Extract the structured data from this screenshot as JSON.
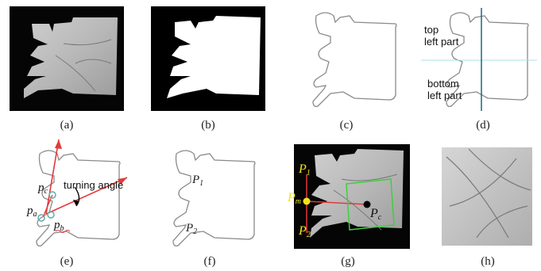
{
  "captions": [
    "(a)",
    "(b)",
    "(c)",
    "(d)",
    "(e)",
    "(f)",
    "(g)",
    "(h)"
  ],
  "panel_d": {
    "top_label_line1": "top",
    "top_label_line2": "left part",
    "bottom_label_line1": "bottom",
    "bottom_label_line2": "left part"
  },
  "panel_e": {
    "pc_label": "p",
    "pc_sub": "c",
    "pa_label": "p",
    "pa_sub": "a",
    "pb_label": "p",
    "pb_sub": "b",
    "turning_label": "turning angle"
  },
  "panel_f": {
    "p1_label": "P",
    "p1_sub": "1",
    "p2_label": "P",
    "p2_sub": "2"
  },
  "panel_g": {
    "p1_label": "P",
    "p1_sub": "1",
    "pm_label": "P",
    "pm_sub": "m",
    "p2_label": "P",
    "p2_sub": "2",
    "pc_label": "P",
    "pc_sub": "c"
  },
  "colors": {
    "red": "#e23a3a",
    "green": "#3ecf3e",
    "teal": "#2a6f86",
    "cyan": "#a9e3ea",
    "yellow": "#f2e21a",
    "gray_edge": "#8a8a8a"
  }
}
